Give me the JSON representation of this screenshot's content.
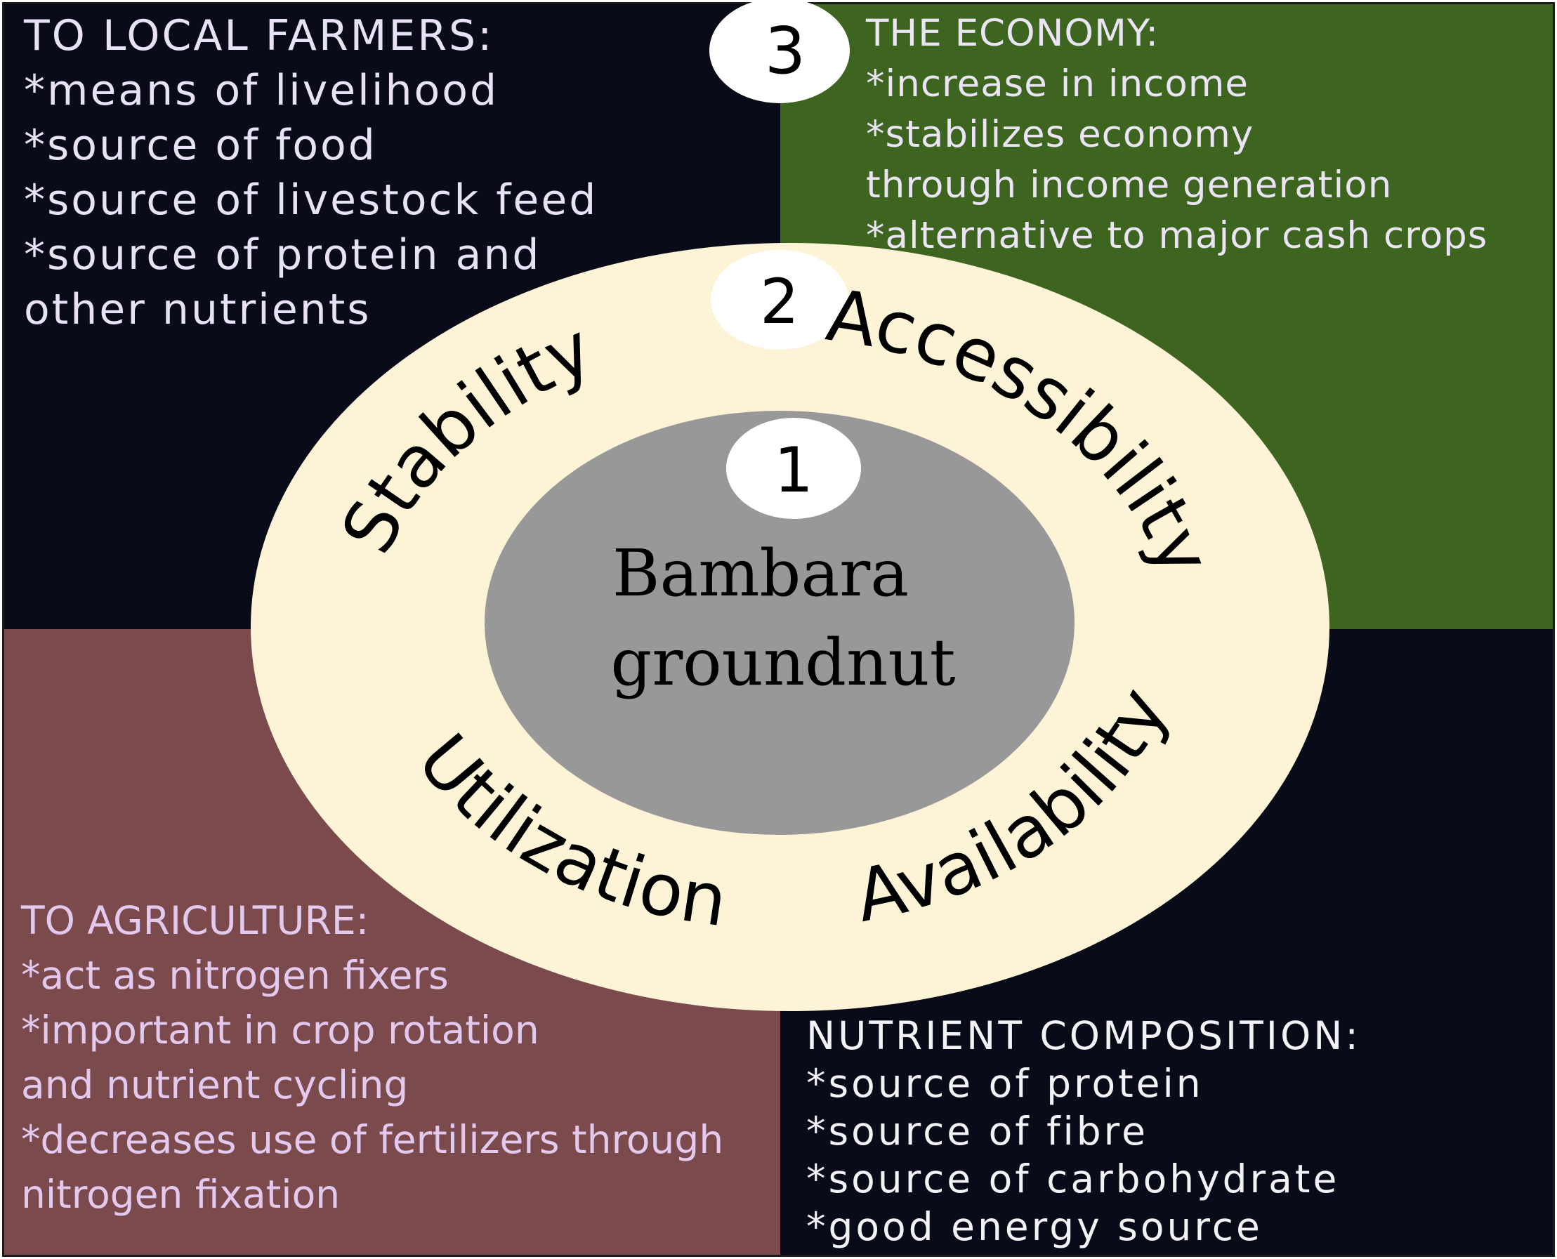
{
  "quadrants": {
    "top_left": {
      "title": "TO LOCAL FARMERS:",
      "items": [
        "*means of livelihood",
        "*source of food",
        "*source of livestock feed",
        "*source of protein and",
        "other nutrients"
      ]
    },
    "top_right": {
      "title": "THE ECONOMY:",
      "items": [
        "*increase in income",
        "*stabilizes economy",
        "through income generation",
        "*alternative to major cash crops"
      ]
    },
    "bottom_left": {
      "title": "TO AGRICULTURE:",
      "items": [
        "*act as nitrogen fixers",
        "*important in crop rotation",
        "and nutrient cycling",
        "*decreases use of fertilizers through",
        "nitrogen fixation"
      ]
    },
    "bottom_right": {
      "title": "NUTRIENT COMPOSITION:",
      "items": [
        "*source of protein",
        "*source of fibre",
        "*source of carbohydrate",
        "*good energy source"
      ]
    }
  },
  "center": {
    "line1": "Bambara",
    "line2": "groundnut"
  },
  "ring_labels": {
    "stability": "Stability",
    "accessibility": "Accessibility",
    "utilization": "Utilization",
    "availability": "Availability"
  },
  "level_markers": {
    "one": "1",
    "two": "2",
    "three": "3"
  },
  "colors": {
    "dark_quadrant": "#0a0b18",
    "economy_quadrant": "#3e6520",
    "agriculture_quadrant": "#7b4a4c",
    "ring": "#fdf3d6",
    "core": "#989898"
  }
}
